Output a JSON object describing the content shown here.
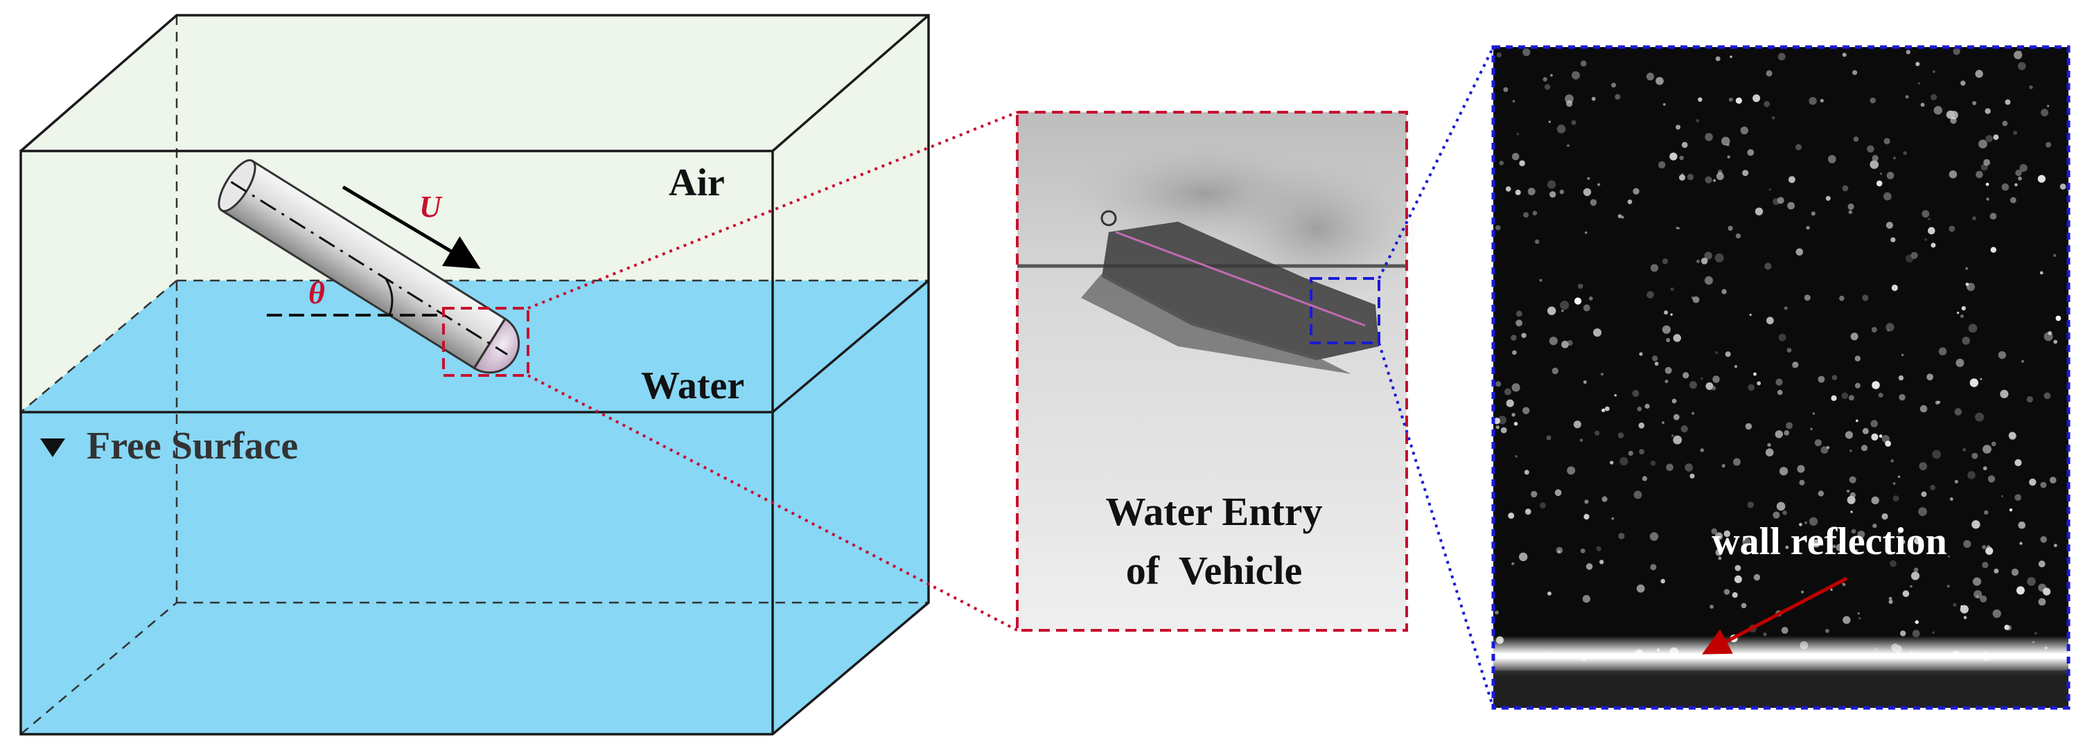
{
  "labels": {
    "air": "Air",
    "water": "Water",
    "free_surface": "Free Surface",
    "velocity": "U",
    "angle": "θ",
    "photo_caption_line1": "Water Entry",
    "photo_caption_line2": "of  Vehicle",
    "wall_reflection": "wall reflection"
  },
  "colors": {
    "air_fill": "#eef5ea",
    "water_fill": "#87d7f5",
    "red_accent": "#c8102e",
    "blue_accent": "#1a1ad6",
    "arrow_red": "#c00000",
    "outline": "#1a1a1a"
  },
  "icons": {
    "free_surface_marker": "down-triangle-icon"
  }
}
